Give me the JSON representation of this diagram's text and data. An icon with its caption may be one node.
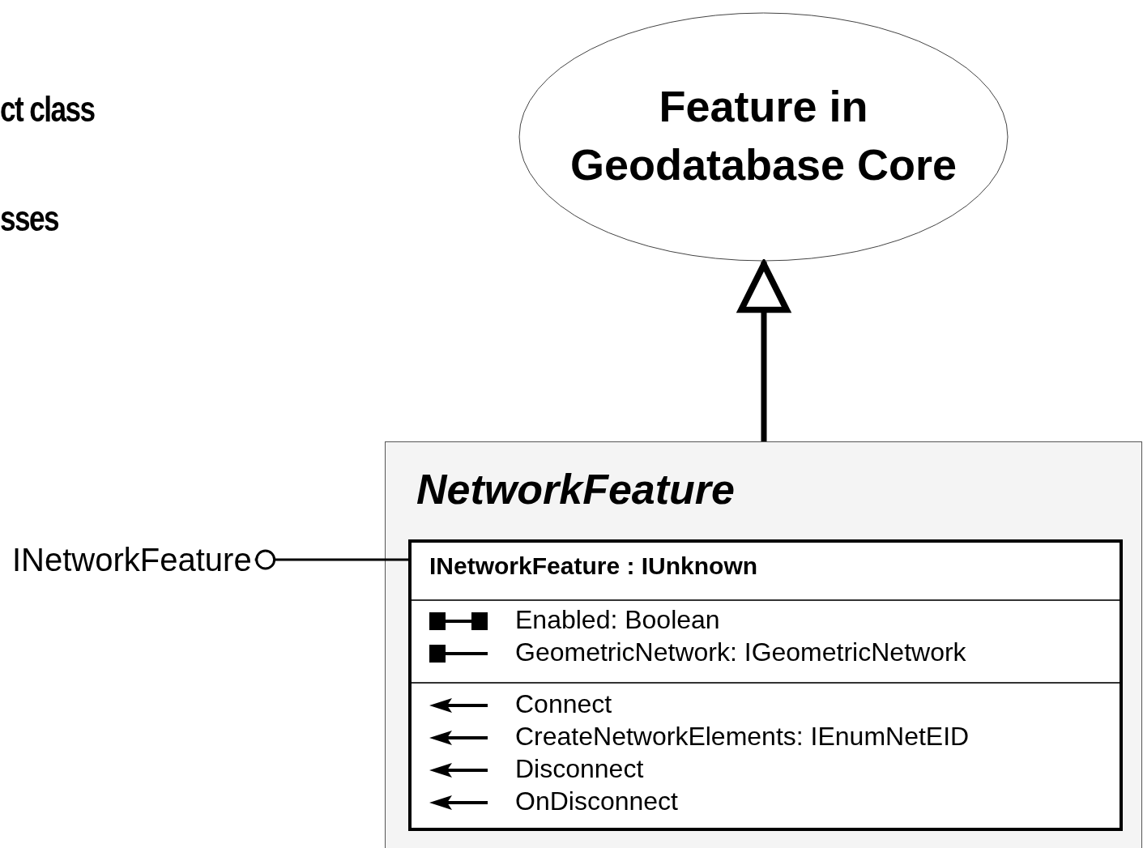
{
  "diagram": {
    "nodes": [
      {
        "text": [
          "Feature in Geodatabase Core"
        ]
      },
      {
        "text": [
          "NetworkFeature"
        ]
      },
      {
        "text": [
          "INetworkFeature : IUnknown",
          "Enabled: Boolean",
          "GeometricNetwork: IGeometricNetwork",
          "Connect",
          "CreateNetworkElements: IEnumNetEID",
          "Disconnect",
          "OnDisconnect"
        ],
        "in": 1
      },
      {
        "text": [
          "INetworkFeature"
        ]
      }
    ],
    "edges": [
      {
        "from": 1,
        "to": 0,
        "arrow": "to",
        "style": "thick"
      },
      {
        "from": 3,
        "to": 2,
        "arrow": "other"
      }
    ],
    "labels": [
      "ct class",
      "sses"
    ]
  }
}
